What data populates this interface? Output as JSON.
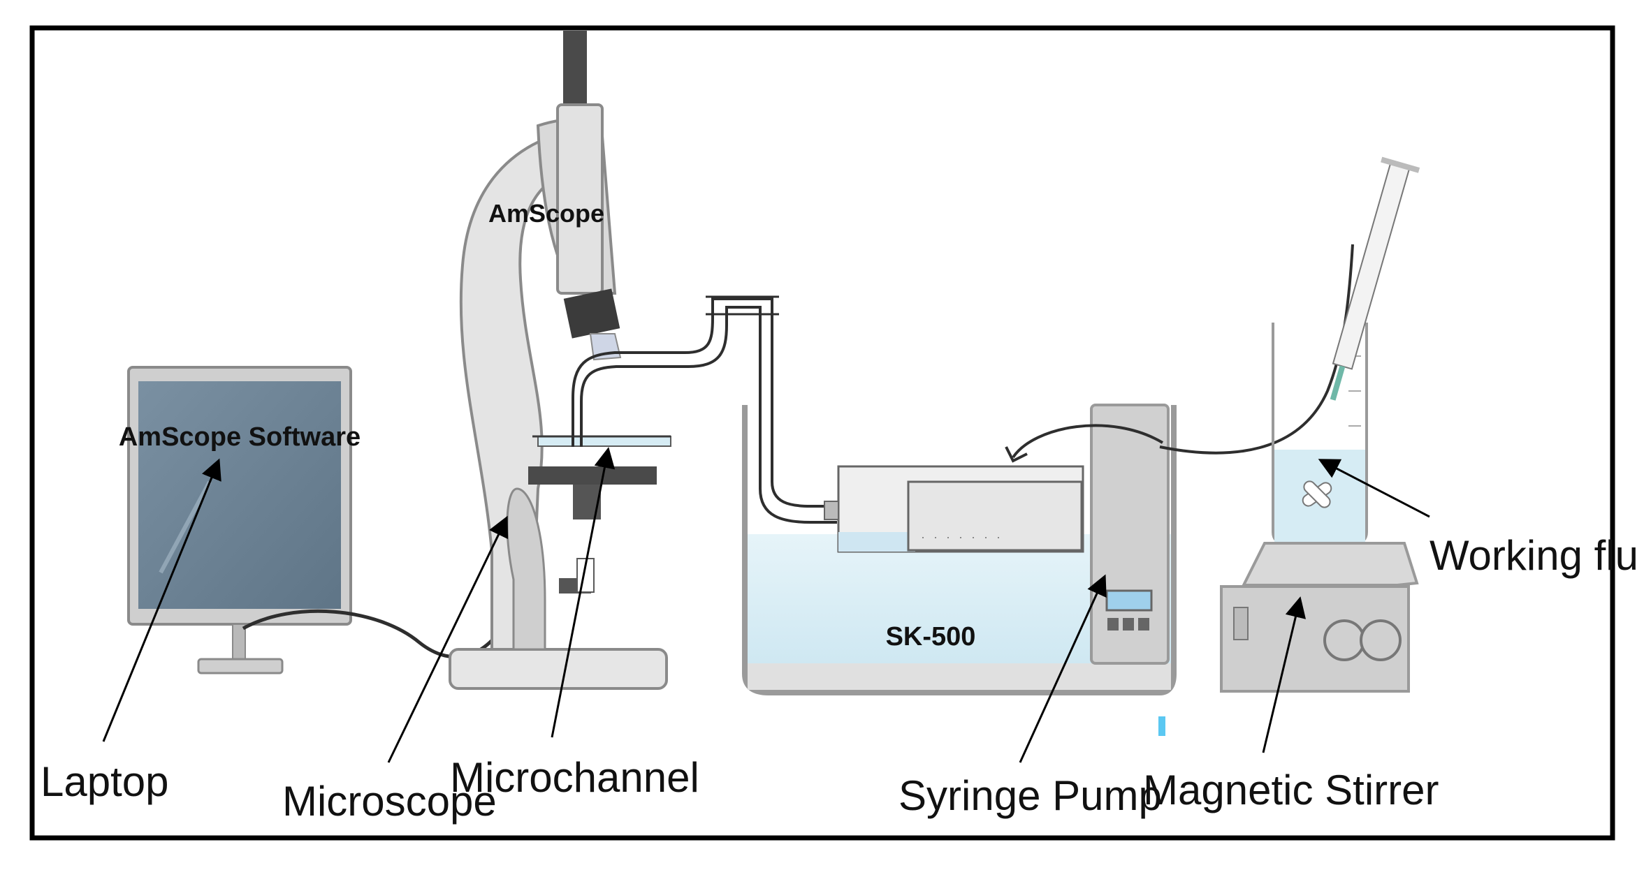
{
  "device_labels": {
    "microscope_brand": "AmScope",
    "software": "AmScope Software",
    "pump_model": "SK-500"
  },
  "callouts": {
    "laptop": "Laptop",
    "microscope": "Microscope",
    "microchannel": "Microchannel",
    "syringe_pump": "Syringe Pump",
    "magnetic_stirrer": "Magnetic Stirrer",
    "working_fluid": "Working fluid"
  },
  "colors": {
    "frame": "#000000",
    "screen": "#6e8496",
    "water": "#d6ecf4",
    "metal_light": "#e4e4e4",
    "metal_mid": "#c8c8c8",
    "metal_dark": "#555555",
    "tube": "#2e2e2e",
    "display": "#9fd0ec"
  }
}
